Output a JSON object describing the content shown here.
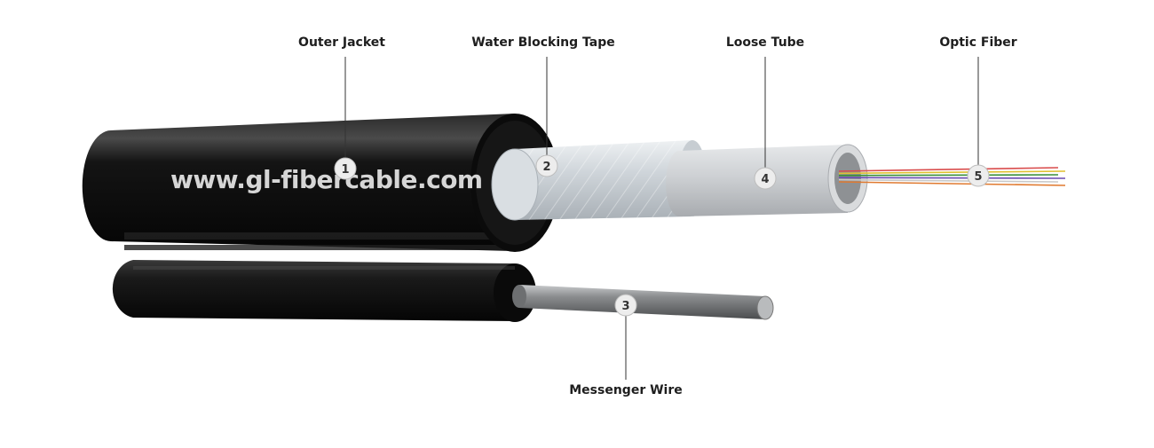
{
  "watermark": "www.gl-fibercable.com",
  "components": [
    {
      "number": "1",
      "label": "Outer Jacket"
    },
    {
      "number": "2",
      "label": "Water Blocking Tape"
    },
    {
      "number": "3",
      "label": "Messenger Wire"
    },
    {
      "number": "4",
      "label": "Loose Tube"
    },
    {
      "number": "5",
      "label": "Optic Fiber"
    }
  ],
  "colors": {
    "jacket": "#0f0f0f",
    "tape": "#d3d8dc",
    "loose_tube": "#cfd2d5",
    "messenger_wire": "#8a8c8e",
    "callout_line": "#333333",
    "fiber_colors": [
      "#d94c4c",
      "#e0c030",
      "#3a8f3a",
      "#6a4bb0",
      "#c9c9c9",
      "#e07a30"
    ]
  }
}
